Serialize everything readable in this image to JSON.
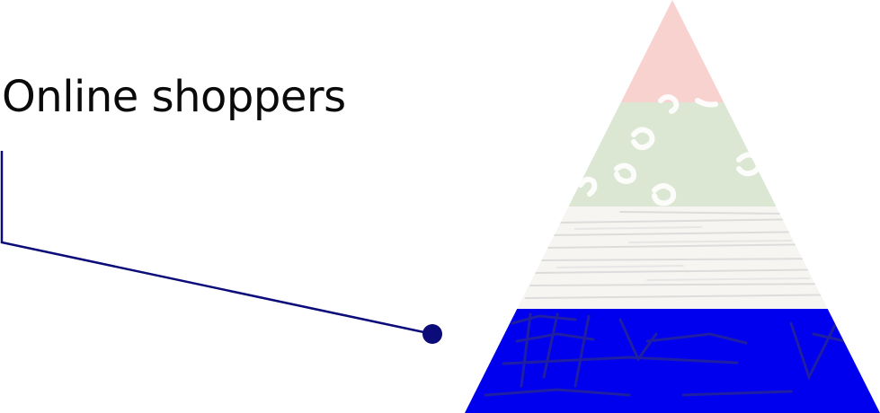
{
  "callout": {
    "label": "Online shoppers",
    "line_color": "#0b0b7a"
  },
  "pyramid": {
    "layers": [
      {
        "name": "top",
        "color": "#f8d2cf",
        "texture": "none"
      },
      {
        "name": "upper-middle",
        "color": "#dce7d3",
        "texture": "spots"
      },
      {
        "name": "lower-middle",
        "color": "#f6f5f2",
        "texture": "strokes"
      },
      {
        "name": "base",
        "color": "#0000ee",
        "texture": "scribbles",
        "highlighted": true
      }
    ]
  }
}
